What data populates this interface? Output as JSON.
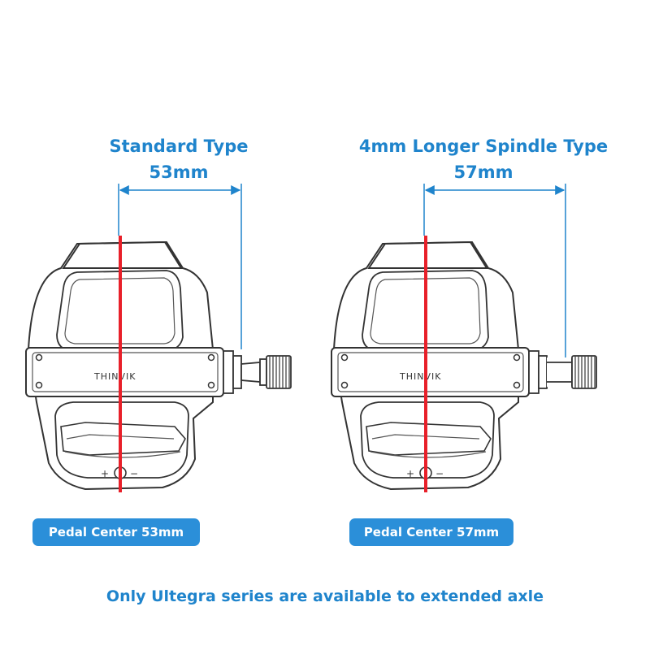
{
  "left": {
    "title": "Standard Type",
    "measure": "53mm",
    "badge": "Pedal Center 53mm",
    "brand": "THINVIK"
  },
  "right": {
    "title": "4mm Longer Spindle Type",
    "measure": "57mm",
    "badge": "Pedal Center 57mm",
    "brand": "THINVIK"
  },
  "footer": "Only Ultegra series are available to extended axle",
  "adjust_plus": "+",
  "adjust_minus": "−",
  "colors": {
    "accent_blue": "#1f84cc",
    "badge_blue": "#2b8fd9",
    "center_red": "#e8202a",
    "outline": "#333333"
  }
}
